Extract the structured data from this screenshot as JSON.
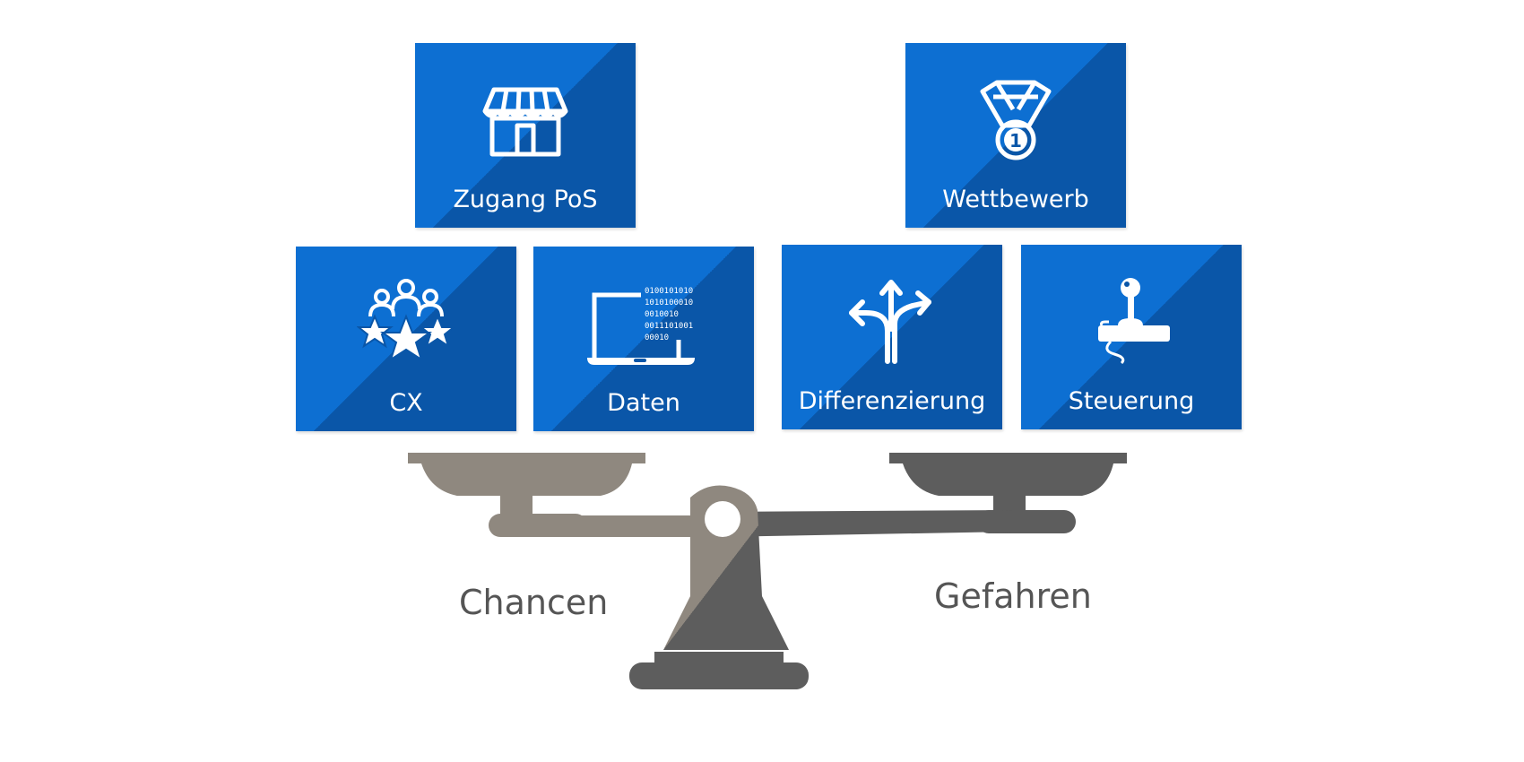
{
  "tiles": {
    "zugang_pos": {
      "label": "Zugang PoS",
      "icon": "shop-icon"
    },
    "wettbewerb": {
      "label": "Wettbewerb",
      "icon": "medal-icon"
    },
    "cx": {
      "label": "CX",
      "icon": "customer-rating-icon"
    },
    "daten": {
      "label": "Daten",
      "icon": "laptop-data-icon"
    },
    "differenzierung": {
      "label": "Differenzierung",
      "icon": "branching-arrows-icon"
    },
    "steuerung": {
      "label": "Steuerung",
      "icon": "joystick-icon"
    }
  },
  "binary_lines": [
    "0100101010",
    "1010100010",
    "0010010",
    "0011101001",
    "00010"
  ],
  "medal_number": "1",
  "scale": {
    "left_label": "Chancen",
    "right_label": "Gefahren"
  },
  "colors": {
    "tile_light": "#0d6fd2",
    "tile_dark": "#0a56a8",
    "scale_light": "#8f887f",
    "scale_dark": "#5d5d5d",
    "label_text": "#555555"
  }
}
